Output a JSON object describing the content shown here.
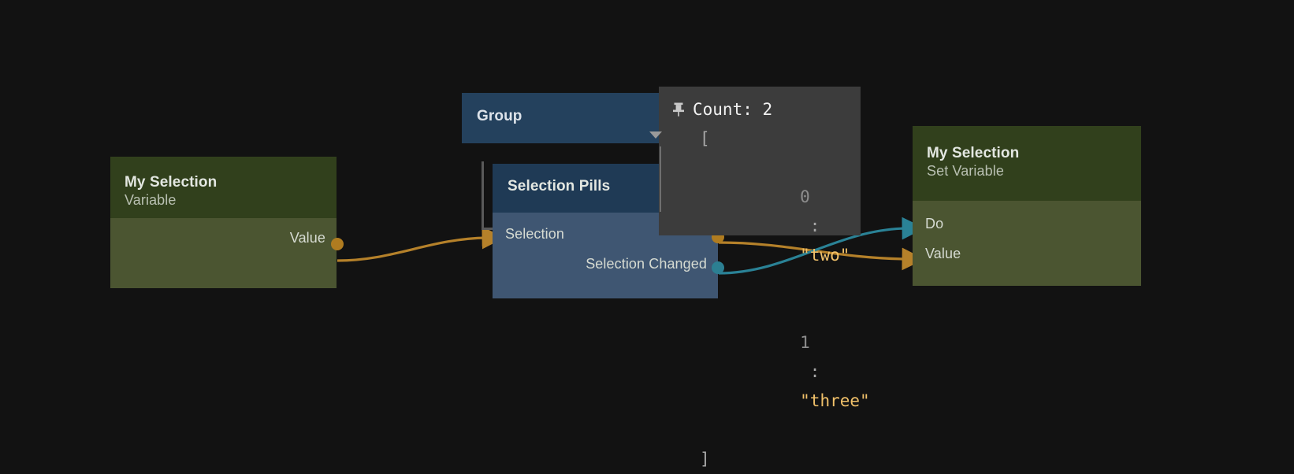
{
  "canvas": {
    "background": "#121212",
    "wire_colors": {
      "data": "#b5812a",
      "exec": "#2a8296"
    }
  },
  "nodes": {
    "variable": {
      "title": "My Selection",
      "subtitle": "Variable",
      "header_color": "#31401c",
      "body_color": "#4b5531",
      "outputs": [
        {
          "label": "Value",
          "type": "data",
          "color": "#b07c20"
        }
      ]
    },
    "group": {
      "label": "Group",
      "color": "#24415d"
    },
    "selection_pills": {
      "title": "Selection Pills",
      "header_color": "#1f3a55",
      "body_color": "#3f5672",
      "inputs": [
        {
          "label": "Selection",
          "type": "data"
        }
      ],
      "outputs": [
        {
          "label": "",
          "type": "data",
          "color": "#b07c20"
        },
        {
          "label": "Selection Changed",
          "type": "exec",
          "color": "#2c7f92"
        }
      ]
    },
    "set_variable": {
      "title": "My Selection",
      "subtitle": "Set Variable",
      "header_color": "#31401c",
      "body_color": "#4b5531",
      "inputs": [
        {
          "label": "Do",
          "type": "exec"
        },
        {
          "label": "Value",
          "type": "data"
        }
      ]
    }
  },
  "inspector": {
    "pin_icon": "pin-icon",
    "count_label": "Count: 2",
    "open_bracket": "[",
    "close_bracket": "]",
    "entries": [
      {
        "index": "0",
        "colon": ":",
        "value": "\"two\""
      },
      {
        "index": "1",
        "colon": ":",
        "value": "\"three\""
      }
    ],
    "background": "#3c3c3c",
    "string_color": "#f1c16a"
  }
}
